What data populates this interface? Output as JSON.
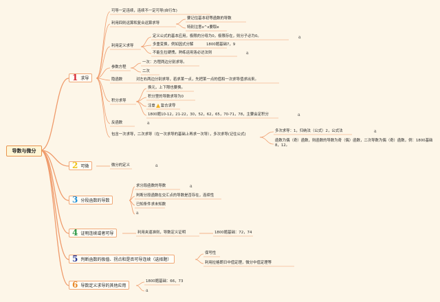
{
  "root": "导数与微分",
  "sections": [
    {
      "num": "1",
      "label": "求导",
      "color": "#d6222e"
    },
    {
      "num": "2",
      "label": "可微",
      "color": "#f0c419"
    },
    {
      "num": "3",
      "label": "分段函数的导数",
      "color": "#1f8fd6"
    },
    {
      "num": "4",
      "label": "证明连续或者可导",
      "color": "#2f9a4a"
    },
    {
      "num": "5",
      "label": "判断函数的极值、拐点和是否可导连续（选择题）",
      "color": "#2b3a99"
    },
    {
      "num": "6",
      "label": "导数定义求导的其他应用",
      "color": "#e8882a"
    }
  ],
  "s1": {
    "n0": "可导一定连续，连续不一定可导(自行车)",
    "n1": "利用四则运算和复合运算求导",
    "n1a": "要记住基本初等函数的导数",
    "n1b": "特别注意x^x要取e",
    "n2": "利用定义求导",
    "n2a": "定义公式的基本应用，极限的分母为0，极限存在，则分子必为0。",
    "n2b": "多重变换，例如因式分解",
    "n2b_ref": "1800题基础7，9",
    "n2c": "不能生拉硬拽，熟练运用洛必达法则",
    "n3": "参数方程",
    "n3a": "一次：方程两边分别求导。",
    "n3b": "二次",
    "n4": "隐函数",
    "n4a": "对左右两边分别求导，若求某一点，先把某一点的值和一次求导值求出来。",
    "n5": "积分求导",
    "n5a": "换元，上下限也要换。",
    "n5b": "积分里的导数求导为0",
    "n5c_pre": "注意",
    "n5c_post": "复合求导",
    "n5d": "1800题10-12，21-22，30，52，62，65，70-71，78，主要会定积分",
    "n6": "反函数",
    "n7": "包含一次求导，二次求导（在一次求导的基础上再求一次导），多次求导(记住公式)",
    "n7a": "多次求导：1，归纳法（公式）2，公式法",
    "n7b": "函数为偶（奇）函数，则函数的导数为奇（偶）函数，二次导数为偶（奇）函数，例：1800基础8，12。",
    "mark": "a"
  },
  "s2": {
    "n0": "微分的定义",
    "mark": "a"
  },
  "s3": {
    "n0": "求分段函数的导数",
    "n1": "判断分段函数在交汇点的导数是否存在，连续性",
    "n2": "已知条件求未知数",
    "mark": "a"
  },
  "s4": {
    "n0": "利用夹逼准则，导数定义证明",
    "n1": "1800题基础：72，74"
  },
  "s5": {
    "n0": "保号性",
    "n1": "利用拉格朗日中值定理，微分中值定理等"
  },
  "s6": {
    "n0": "1800题基础：66，73",
    "mark": "a"
  }
}
